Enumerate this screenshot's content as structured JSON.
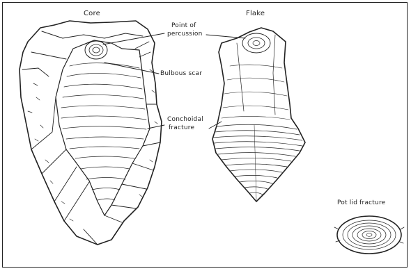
{
  "figure": {
    "label_core": "Core",
    "label_flake": "Flake",
    "label_point_line1": "Point of",
    "label_point_line2": "percussion",
    "label_bulb": "Bulbous scar",
    "label_conch_line1": "Conchoidal",
    "label_conch_line2": "fracture",
    "label_potlid": "Pot lid fracture"
  },
  "colors": {
    "ink": "#222222",
    "paper": "#ffffff"
  }
}
